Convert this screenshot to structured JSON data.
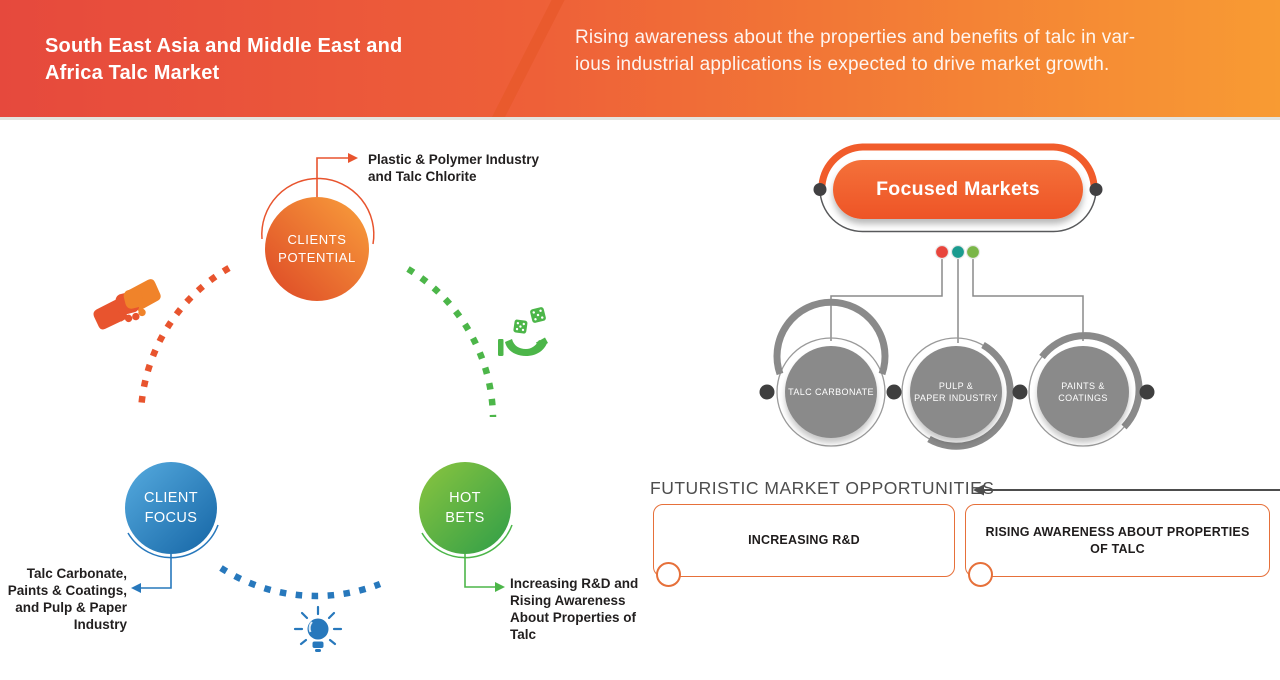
{
  "banner": {
    "title_lines": [
      "South East Asia and Middle East and",
      "Africa Talc Market"
    ],
    "subtitle_lines": [
      "Rising awareness about the properties and benefits of talc in var-",
      "ious industrial applications is expected to drive market growth."
    ],
    "gradient_left": "#e6493d",
    "gradient_right": "#f89b33"
  },
  "cycle": {
    "nodes": [
      {
        "name": "clients-potential",
        "line1": "CLIENTS",
        "line2": "POTENTIAL",
        "color": "#e8542e",
        "note_lines": [
          "Plastic & Polymer Industry",
          "and Talc Chlorite"
        ]
      },
      {
        "name": "client-focus",
        "line1": "CLIENT",
        "line2": "FOCUS",
        "color": "#2778bc",
        "note_lines": [
          "Talc Carbonate,",
          "Paints & Coatings,",
          "and Pulp & Paper",
          "Industry"
        ]
      },
      {
        "name": "hot-bets",
        "line1": "HOT",
        "line2": "BETS",
        "color": "#4cb649",
        "note_lines": [
          "Increasing R&D and",
          "Rising Awareness",
          "About Properties of",
          "Talc"
        ]
      }
    ],
    "icons": [
      "handshake-icon",
      "dice-in-hand-icon",
      "lightbulb-icon"
    ]
  },
  "focused": {
    "title": "Focused Markets",
    "pill_color": "#ee5426",
    "items": [
      {
        "line1": "TALC CARBONATE",
        "line2": ""
      },
      {
        "line1": "PULP &",
        "line2": "PAPER INDUSTRY"
      },
      {
        "line1": "PAINTS &",
        "line2": "COATINGS"
      }
    ],
    "dot_colors": [
      "#e8453c",
      "#1a9b8f",
      "#7ab648"
    ],
    "circle_color": "#8a8a8a"
  },
  "opportunities": {
    "heading": "FUTURISTIC MARKET OPPORTUNITIES",
    "border_color": "#e6703a",
    "boxes": [
      {
        "lines": [
          "INCREASING R&D"
        ]
      },
      {
        "lines": [
          "RISING AWARENESS ABOUT PROPERTIES",
          "OF TALC"
        ]
      }
    ]
  }
}
